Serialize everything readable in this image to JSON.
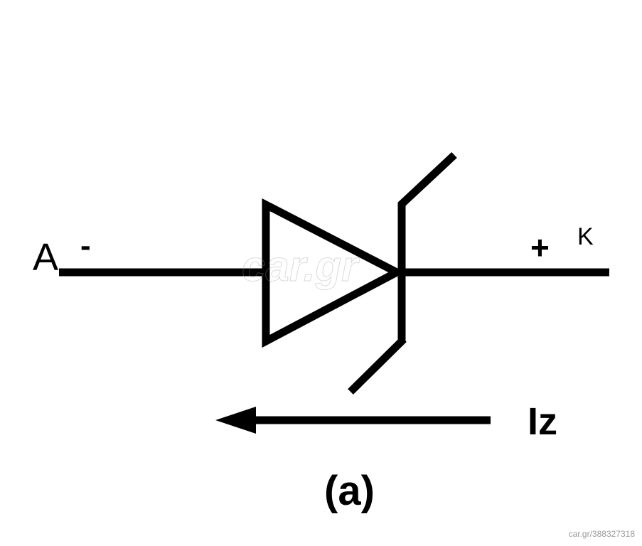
{
  "labels": {
    "anode": "A",
    "anode_polarity": "-",
    "cathode_polarity": "+",
    "cathode": "K",
    "current": "Iz",
    "caption": "(a)"
  },
  "watermark": {
    "logo": "car.gr",
    "id": "car.gr/388327318"
  },
  "colors": {
    "ink": "#000000",
    "background": "#ffffff"
  }
}
